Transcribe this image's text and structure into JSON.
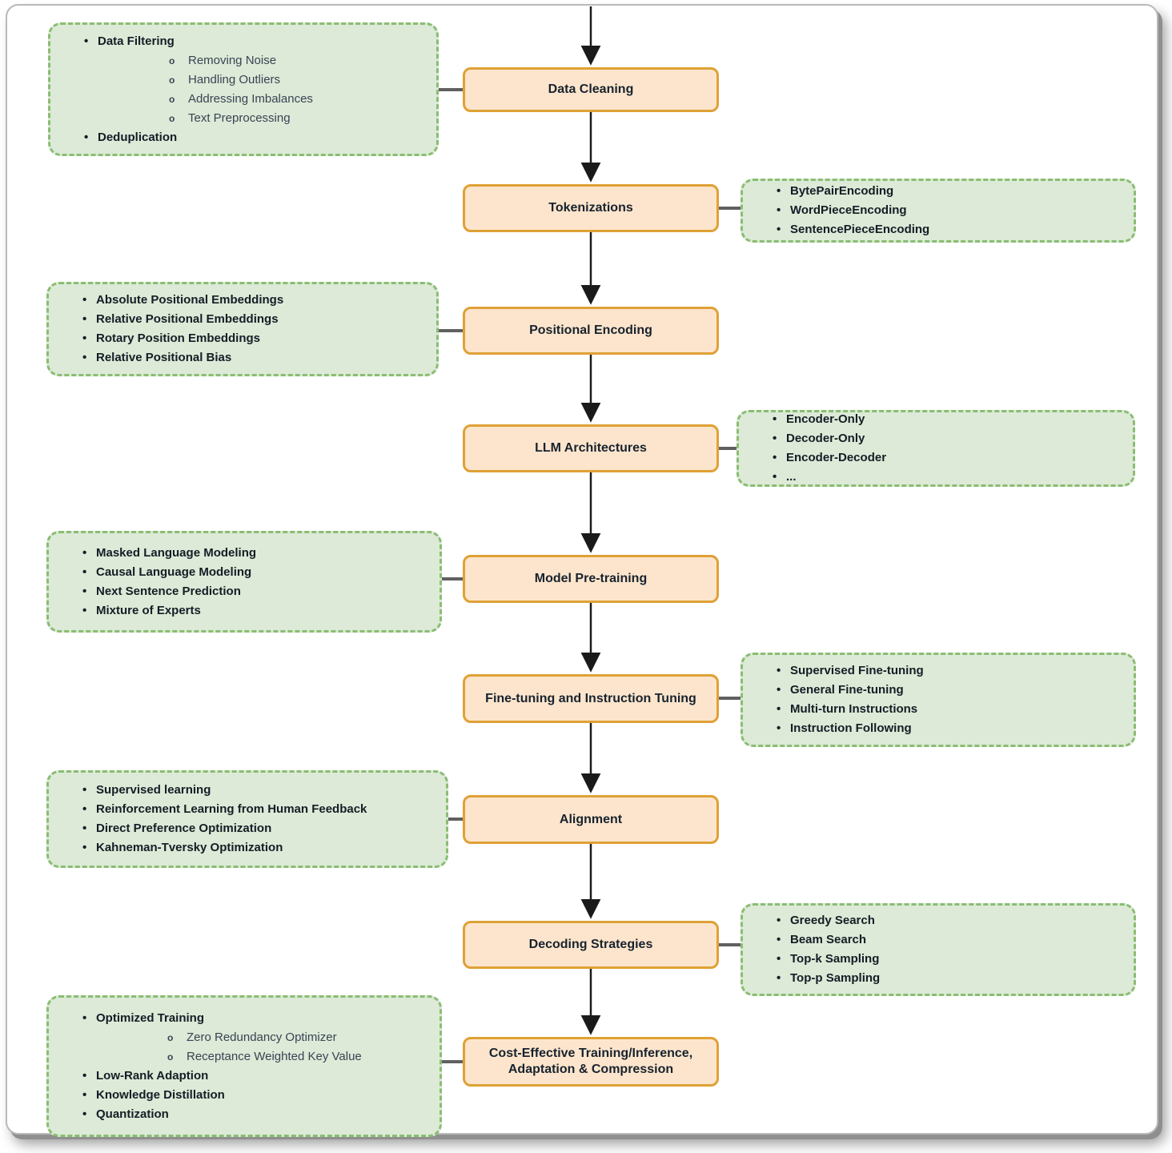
{
  "palette": {
    "stage_fill": "#fce5cc",
    "stage_border": "#dfa136",
    "note_fill": "#dcead7",
    "note_border": "#8abd72",
    "arrow_color": "#1a1a1a",
    "connector_color": "#606060"
  },
  "stages": [
    {
      "label": "Data Cleaning"
    },
    {
      "label": "Tokenizations"
    },
    {
      "label": "Positional Encoding"
    },
    {
      "label": "LLM Architectures"
    },
    {
      "label": "Model Pre-training"
    },
    {
      "label": "Fine-tuning and Instruction Tuning"
    },
    {
      "label": "Alignment"
    },
    {
      "label": "Decoding Strategies"
    },
    {
      "label": "Cost-Effective Training/Inference, Adaptation & Compression"
    }
  ],
  "notes": [
    {
      "side": "left",
      "for": "Data Cleaning",
      "items": [
        {
          "t": "Data Filtering",
          "lvl": 1
        },
        {
          "t": "Removing Noise",
          "lvl": 2
        },
        {
          "t": "Handling Outliers",
          "lvl": 2
        },
        {
          "t": "Addressing Imbalances",
          "lvl": 2
        },
        {
          "t": "Text Preprocessing",
          "lvl": 2
        },
        {
          "t": "Deduplication",
          "lvl": 1
        }
      ]
    },
    {
      "side": "right",
      "for": "Tokenizations",
      "items": [
        {
          "t": "BytePairEncoding",
          "lvl": 1
        },
        {
          "t": "WordPieceEncoding",
          "lvl": 1
        },
        {
          "t": "SentencePieceEncoding",
          "lvl": 1
        }
      ]
    },
    {
      "side": "left",
      "for": "Positional Encoding",
      "items": [
        {
          "t": "Absolute Positional Embeddings",
          "lvl": 1
        },
        {
          "t": "Relative Positional Embeddings",
          "lvl": 1
        },
        {
          "t": "Rotary Position Embeddings",
          "lvl": 1
        },
        {
          "t": "Relative Positional Bias",
          "lvl": 1
        }
      ]
    },
    {
      "side": "right",
      "for": "LLM Architectures",
      "items": [
        {
          "t": "Encoder-Only",
          "lvl": 1
        },
        {
          "t": "Decoder-Only",
          "lvl": 1
        },
        {
          "t": "Encoder-Decoder",
          "lvl": 1
        },
        {
          "t": "...",
          "lvl": 1
        }
      ]
    },
    {
      "side": "left",
      "for": "Model Pre-training",
      "items": [
        {
          "t": "Masked Language Modeling",
          "lvl": 1
        },
        {
          "t": "Causal Language Modeling",
          "lvl": 1
        },
        {
          "t": "Next Sentence Prediction",
          "lvl": 1
        },
        {
          "t": "Mixture of Experts",
          "lvl": 1
        }
      ]
    },
    {
      "side": "right",
      "for": "Fine-tuning and Instruction Tuning",
      "items": [
        {
          "t": "Supervised Fine-tuning",
          "lvl": 1
        },
        {
          "t": "General Fine-tuning",
          "lvl": 1
        },
        {
          "t": "Multi-turn Instructions",
          "lvl": 1
        },
        {
          "t": "Instruction Following",
          "lvl": 1
        }
      ]
    },
    {
      "side": "left",
      "for": "Alignment",
      "items": [
        {
          "t": "Supervised learning",
          "lvl": 1
        },
        {
          "t": "Reinforcement Learning from Human Feedback",
          "lvl": 1
        },
        {
          "t": "Direct Preference Optimization",
          "lvl": 1
        },
        {
          "t": "Kahneman-Tversky Optimization",
          "lvl": 1
        }
      ]
    },
    {
      "side": "right",
      "for": "Decoding Strategies",
      "items": [
        {
          "t": "Greedy Search",
          "lvl": 1
        },
        {
          "t": "Beam Search",
          "lvl": 1
        },
        {
          "t": "Top-k Sampling",
          "lvl": 1
        },
        {
          "t": "Top-p Sampling",
          "lvl": 1
        }
      ]
    },
    {
      "side": "left",
      "for": "Cost-Effective Training/Inference, Adaptation & Compression",
      "items": [
        {
          "t": "Optimized Training",
          "lvl": 1
        },
        {
          "t": "Zero Redundancy Optimizer",
          "lvl": 2
        },
        {
          "t": "Receptance Weighted Key Value",
          "lvl": 2
        },
        {
          "t": "Low-Rank Adaption",
          "lvl": 1
        },
        {
          "t": "Knowledge Distillation",
          "lvl": 1
        },
        {
          "t": "Quantization",
          "lvl": 1
        }
      ]
    }
  ]
}
